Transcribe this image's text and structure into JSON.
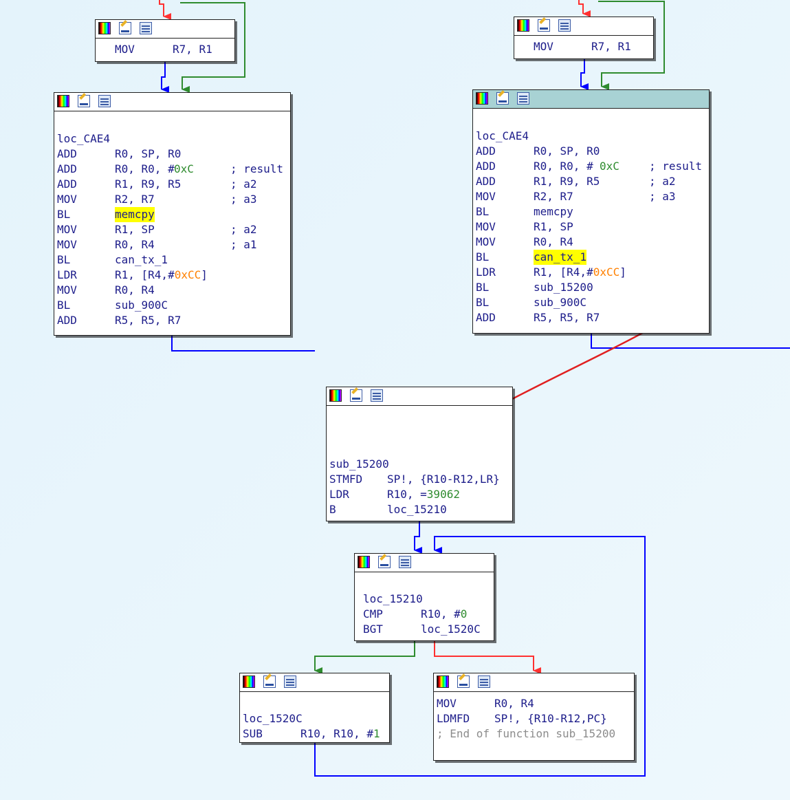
{
  "colors": {
    "background": "#eaf6fc",
    "edge_true": "#2e8b2e",
    "edge_false": "#ff3030",
    "edge_uncond": "#0000ff",
    "text": "#1c1c8a",
    "highlight": "#ffff00",
    "selected_header": "#a8d2d4",
    "annotation_arrow": "#e02020"
  },
  "icons": [
    "color-palette-icon",
    "edit-icon",
    "graph-overview-icon"
  ],
  "left_mov": {
    "mn": "MOV",
    "ops": "R7, R1"
  },
  "left_block": {
    "label": "loc_CAE4",
    "l1": {
      "mn": "ADD",
      "ops": "R0, SP, R0"
    },
    "l2": {
      "mn": "ADD",
      "ops_a": "R0, R0, #",
      "num": "0xC",
      "cmt": "; result"
    },
    "l3": {
      "mn": "ADD",
      "ops": "R1, R9, R5",
      "cmt": "; a2"
    },
    "l4": {
      "mn": "MOV",
      "ops": "R2, R7",
      "cmt": "; a3"
    },
    "l5": {
      "mn": "BL",
      "ops": "memcpy"
    },
    "l6": {
      "mn": "MOV",
      "ops": "R1, SP",
      "cmt": "; a2"
    },
    "l7": {
      "mn": "MOV",
      "ops": "R0, R4",
      "cmt": "; a1"
    },
    "l8": {
      "mn": "BL",
      "ops": "can_tx_1"
    },
    "l9": {
      "mn": "LDR",
      "ops_a": "R1, [R4,#",
      "num": "0xCC",
      "ops_b": "]"
    },
    "l10": {
      "mn": "MOV",
      "ops": "R0, R4"
    },
    "l11": {
      "mn": "BL",
      "ops": "sub_900C"
    },
    "l12": {
      "mn": "ADD",
      "ops": "R5, R5, R7"
    }
  },
  "right_mov": {
    "mn": "MOV",
    "ops": "R7, R1"
  },
  "right_block": {
    "label": "loc_CAE4",
    "l1": {
      "mn": "ADD",
      "ops": "R0, SP, R0"
    },
    "l2": {
      "mn": "ADD",
      "ops_a": "R0, R0, #",
      "num": "0xC",
      "cmt": "; result"
    },
    "l3": {
      "mn": "ADD",
      "ops": "R1, R9, R5",
      "cmt": "; a2"
    },
    "l4": {
      "mn": "MOV",
      "ops": "R2, R7",
      "cmt": "; a3"
    },
    "l5": {
      "mn": "BL",
      "ops": "memcpy"
    },
    "l6": {
      "mn": "MOV",
      "ops": "R1, SP"
    },
    "l7": {
      "mn": "MOV",
      "ops": "R0, R4"
    },
    "l8": {
      "mn": "BL",
      "ops": "can_tx_1"
    },
    "l9": {
      "mn": "LDR",
      "ops_a": "R1, [R4,#",
      "num": "0xCC",
      "ops_b": "]"
    },
    "l10": {
      "mn": "BL",
      "ops": "sub_15200"
    },
    "l11": {
      "mn": "BL",
      "ops": "sub_900C"
    },
    "l12": {
      "mn": "ADD",
      "ops": "R5, R5, R7"
    }
  },
  "sub_block": {
    "label": "sub_15200",
    "l1": {
      "mn": "STMFD",
      "ops": "SP!, {R10-R12,LR}"
    },
    "l2": {
      "mn": "LDR",
      "ops_a": "R10, =",
      "num": "39062"
    },
    "l3": {
      "mn": "B",
      "ops": "loc_15210"
    }
  },
  "loop_block": {
    "label": "loc_15210",
    "l1": {
      "mn": "CMP",
      "ops_a": "R10, #",
      "num": "0"
    },
    "l2": {
      "mn": "BGT",
      "ops": "loc_1520C"
    }
  },
  "dec_block": {
    "label": "loc_1520C",
    "l1": {
      "mn": "SUB",
      "ops_a": "R10, R10, #",
      "num": "1"
    }
  },
  "exit_block": {
    "l1": {
      "mn": "MOV",
      "ops": "R0, R4"
    },
    "l2": {
      "mn": "LDMFD",
      "ops": "SP!, {R10-R12,PC}"
    },
    "comment": "; End of function sub_15200"
  }
}
